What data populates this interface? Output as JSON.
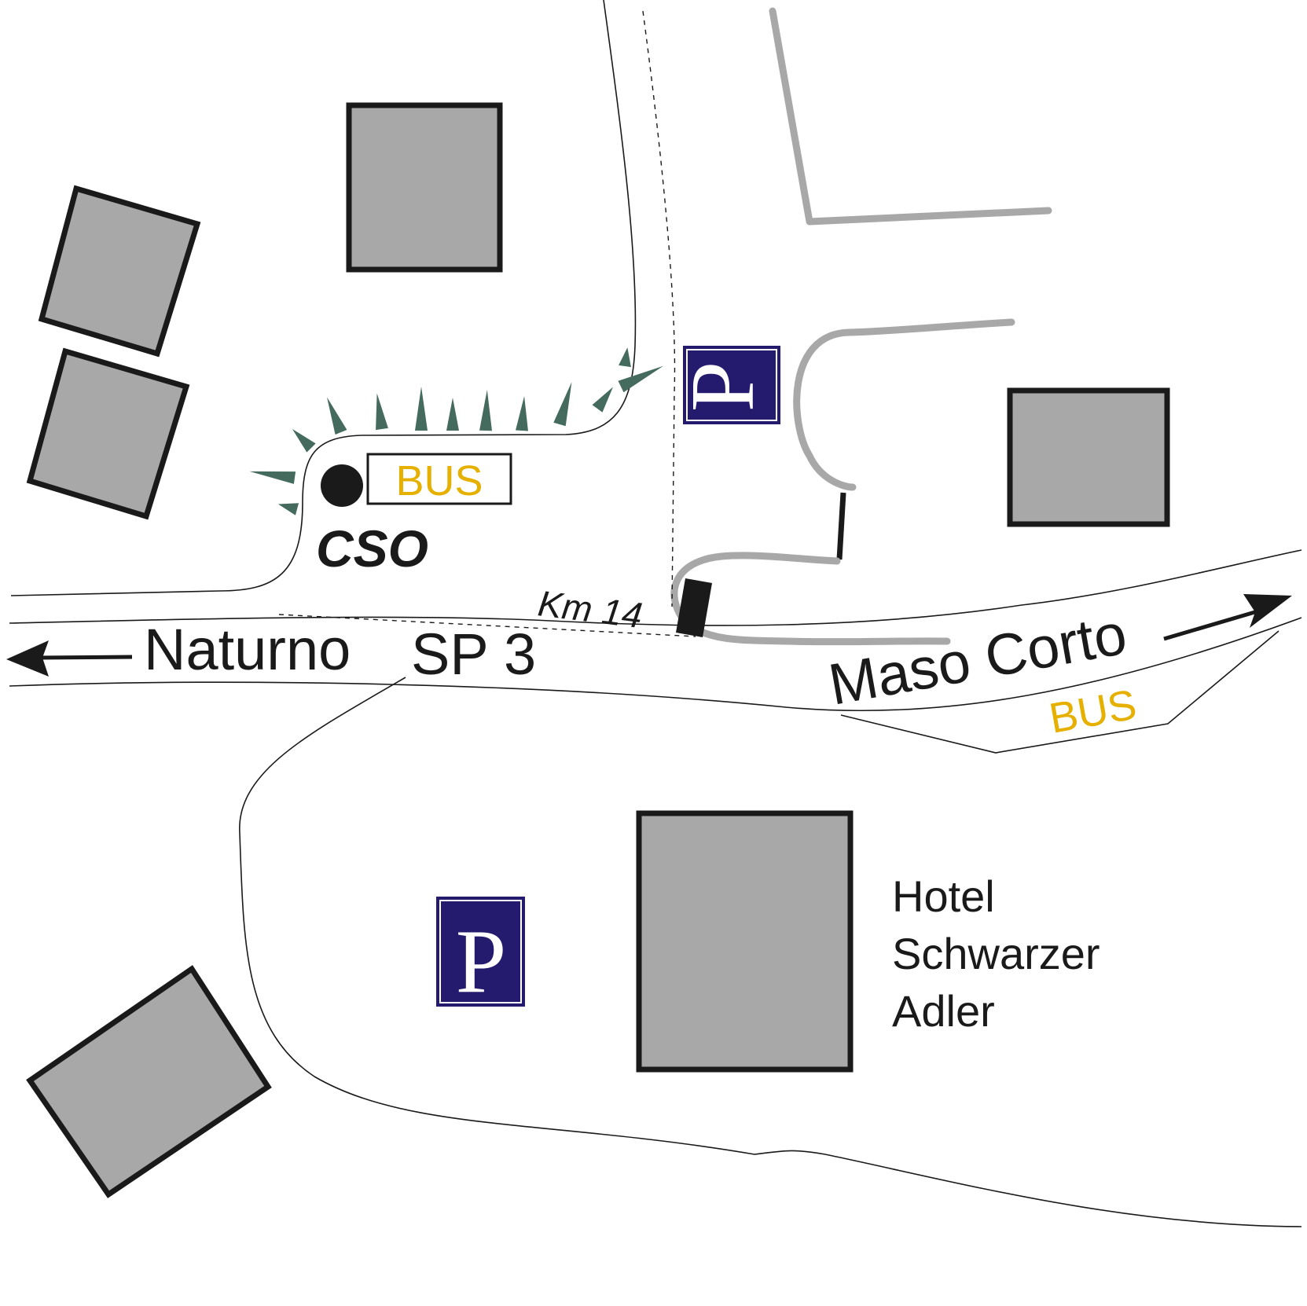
{
  "map": {
    "road_west_label": "Naturno",
    "road_number_label": "SP 3",
    "road_east_label": "Maso Corto",
    "km_marker_label": "Km 14",
    "bus_stop_label": "CSO",
    "bus_label": "BUS",
    "bus_label_east": "BUS",
    "parking_label": "P",
    "hotel_name_lines": [
      "Hotel",
      "Schwarzer",
      "Adler"
    ]
  },
  "colors": {
    "building_fill": "#a8a8a8",
    "outline": "#1a1a1a",
    "bus_text": "#e6b000",
    "parking_sign": "#241a6e",
    "trees": "#456b5f",
    "footpath": "#a8a8a8"
  },
  "icons": [
    "bus-stop-icon",
    "parking-icon",
    "tree-icon",
    "arrow-left-icon",
    "arrow-right-icon",
    "km-marker-icon"
  ]
}
